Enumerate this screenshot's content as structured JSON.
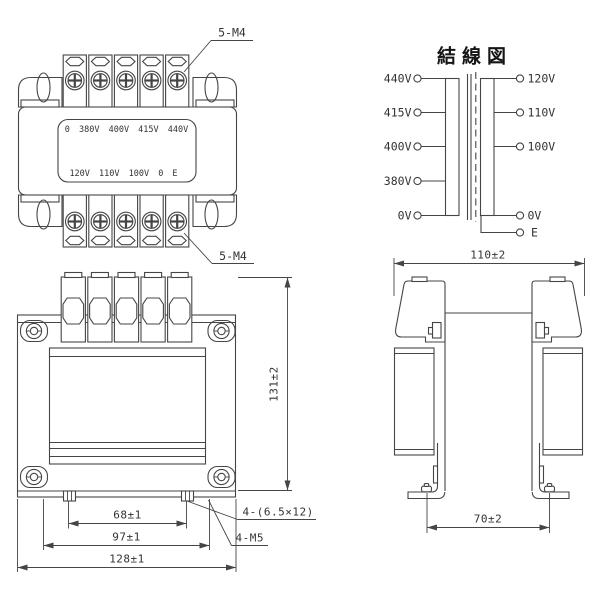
{
  "colors": {
    "background": "#ffffff",
    "line": "#454545",
    "text": "#333333",
    "title_text": "#151515"
  },
  "top_view": {
    "screw_label_top": "5-M4",
    "screw_label_bottom": "5-M4",
    "nameplate": {
      "row1": "0  380V  400V  415V  440V",
      "row2": "120V  110V  100V  0  E"
    }
  },
  "wiring_diagram": {
    "title": "結線図",
    "left_terminals": [
      "440V",
      "415V",
      "400V",
      "380V",
      "0V"
    ],
    "right_terminals": [
      "120V",
      "110V",
      "100V",
      "0V",
      "E"
    ]
  },
  "front_view": {
    "dim_mount_hole_span": "68±1",
    "dim_mount_mid_span": "97±1",
    "dim_overall_width": "128±1",
    "dim_overall_height": "131±2",
    "slot_label": "4-(6.5×12)",
    "tap_label": "4-M5"
  },
  "side_view": {
    "dim_overall_depth": "110±2",
    "dim_foot_span": "70±2"
  }
}
